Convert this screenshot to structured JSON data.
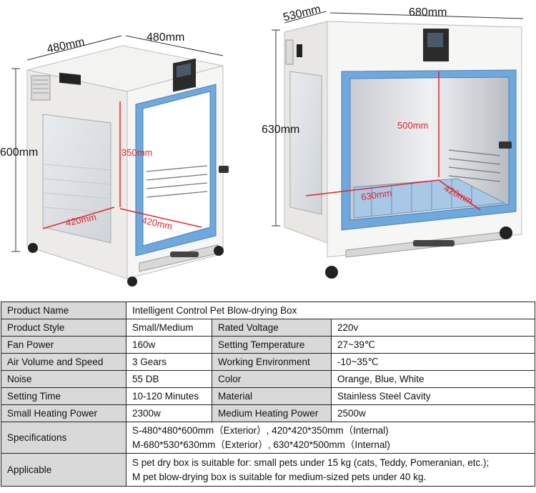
{
  "small_box": {
    "width_label": "480mm",
    "depth_label": "480mm",
    "height_label": "600mm",
    "internal_height_label": "350mm",
    "internal_width_label": "420mm",
    "internal_depth_label": "420mm"
  },
  "medium_box": {
    "depth_label": "530mm",
    "width_label": "680mm",
    "height_label": "630mm",
    "internal_height_label": "500mm",
    "internal_width_label": "630mm",
    "internal_depth_label": "420mm"
  },
  "colors": {
    "accent_red": "#e2242a",
    "door_blue": "#5b9bd5",
    "label_gray": "#d9d9d9"
  },
  "spec_table": {
    "product_name_label": "Product Name",
    "product_name_value": "Intelligent Control Pet Blow-drying Box",
    "rows": [
      {
        "l1": "Product Style",
        "v1": "Small/Medium",
        "l2": "Rated Voltage",
        "v2": "220v"
      },
      {
        "l1": "Fan Power",
        "v1": "160w",
        "l2": "Setting Temperature",
        "v2": "27~39℃"
      },
      {
        "l1": "Air Volume and Speed",
        "v1": "3 Gears",
        "l2": "Working Environment",
        "v2": "-10~35℃"
      },
      {
        "l1": "Noise",
        "v1": "55 DB",
        "l2": "Color",
        "v2": "Orange, Blue, White"
      },
      {
        "l1": "Setting Time",
        "v1": "10-120 Minutes",
        "l2": "Material",
        "v2": "Stainless Steel Cavity"
      },
      {
        "l1": "Small Heating Power",
        "v1": "2300w",
        "l2": "Medium Heating Power",
        "v2": "2500w"
      }
    ],
    "specifications_label": "Specifications",
    "specifications_line1": "S-480*480*600mm（Exterior）, 420*420*350mm（Internal)",
    "specifications_line2": "M-680*530*630mm（Exterior）, 630*420*500mm（Internal)",
    "applicable_label": "Applicable",
    "applicable_line1": "S pet dry box is suitable for: small pets under 15 kg (cats, Teddy, Pomeranian, etc.);",
    "applicable_line2": "M pet blow-drying box is suitable for medium-sized pets under 40 kg."
  }
}
